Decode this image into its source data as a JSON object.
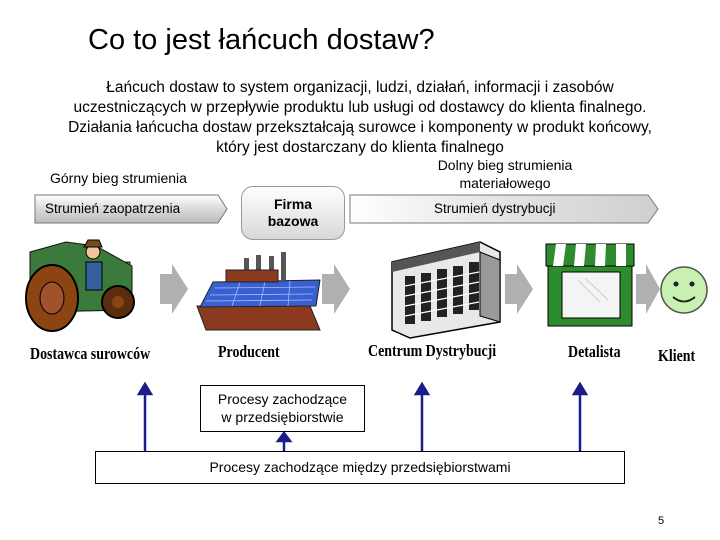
{
  "title": "Co to jest łańcuch dostaw?",
  "intro_lines": [
    "Łańcuch dostaw to system organizacji, ludzi, działań, informacji i zasobów",
    "uczestniczących w przepływie produktu lub usługi od dostawcy do klienta finalnego.",
    "Działania łańcucha dostaw przekształcają surowce i komponenty w produkt końcowy,",
    "który jest dostarczany do klienta finalnego"
  ],
  "upstream": {
    "label": "Górny bieg strumienia",
    "arrow_text": "Strumień zaopatrzenia"
  },
  "focal_firm": {
    "line1": "Firma",
    "line2": "bazowa"
  },
  "downstream": {
    "label_line1": "Dolny bieg strumienia",
    "label_line2": "materiałowego",
    "arrow_text": "Strumień dystrybucji"
  },
  "stages": [
    {
      "label": "Dostawca surowców",
      "icon": "farmer-tractor-icon"
    },
    {
      "label": "Producent",
      "icon": "factory-icon"
    },
    {
      "label": "Centrum Dystrybucji",
      "icon": "warehouse-icon"
    },
    {
      "label": "Detalista",
      "icon": "shop-icon"
    },
    {
      "label": "Klient",
      "icon": "smiley-face-icon"
    }
  ],
  "internal_processes": {
    "line1": "Procesy zachodzące",
    "line2": "w przedsiębiorstwie"
  },
  "inter_company_processes": "Procesy zachodzące między przedsiębiorstwami",
  "page_number": "5",
  "colors": {
    "arrow_gray": "#b0b0b0",
    "up_arrow_blue": "#1c1c8c",
    "factory_roof_blue": "#3a5fd0",
    "shop_awning_green": "#2e8b2e",
    "smiley_fill": "#c8f0b0"
  }
}
